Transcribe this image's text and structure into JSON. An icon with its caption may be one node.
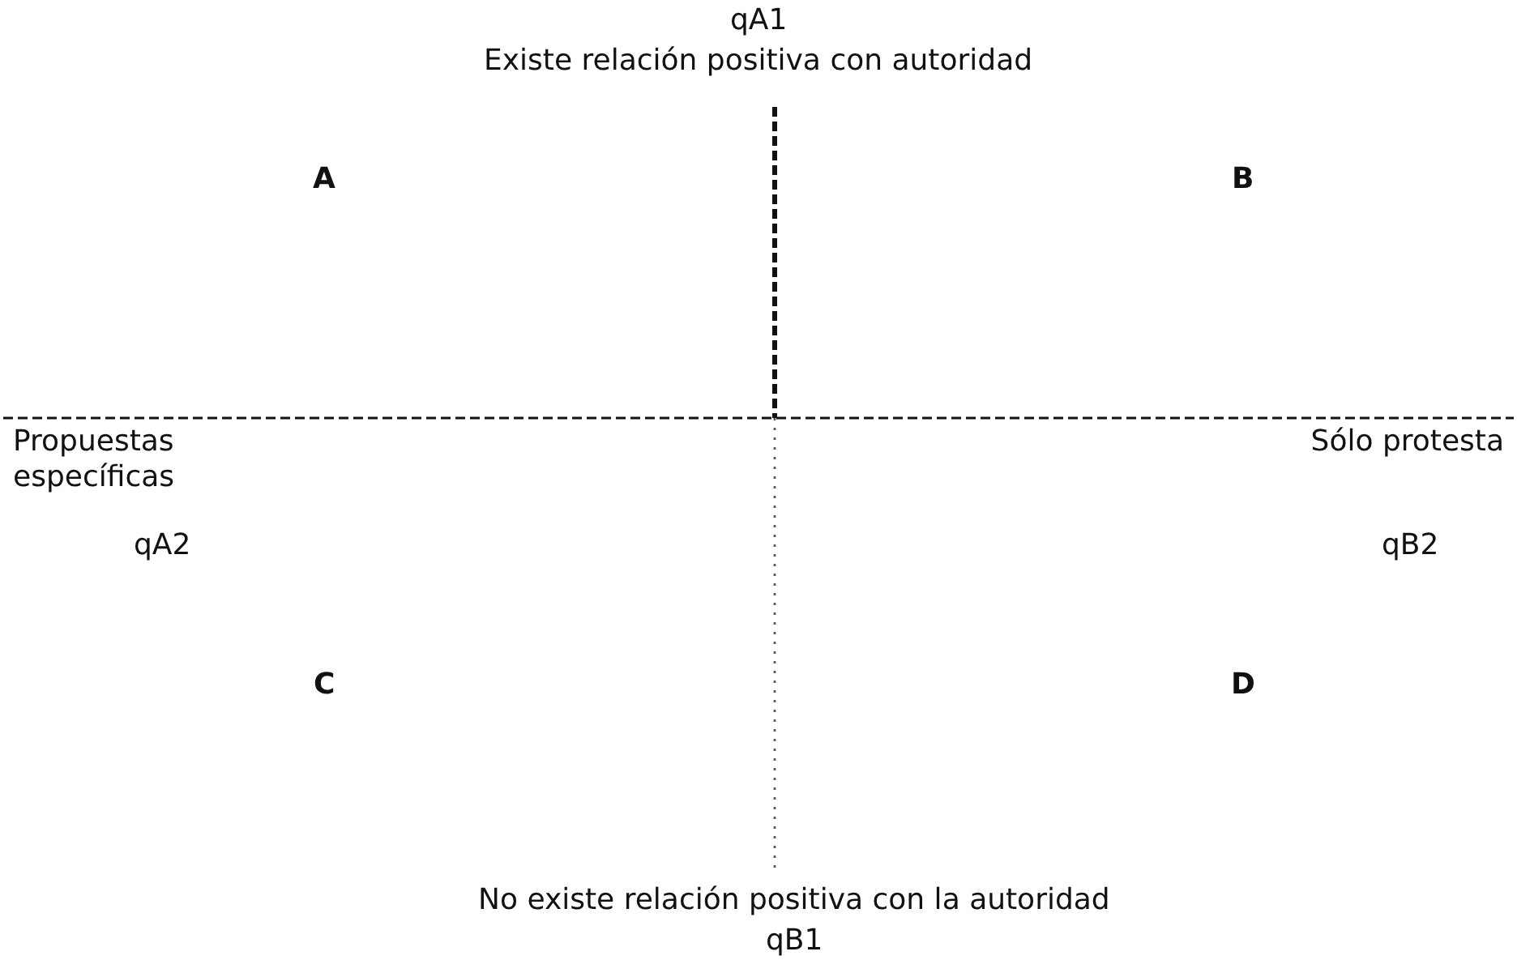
{
  "diagram": {
    "labels": [
      "qA1",
      "Existe relación positiva con autoridad",
      "A",
      "B",
      "Propuestas específicas",
      "Sólo protesta",
      "qA2",
      "qB2",
      "C",
      "D",
      "No existe relación positiva con la autoridad",
      "qB1"
    ]
  }
}
